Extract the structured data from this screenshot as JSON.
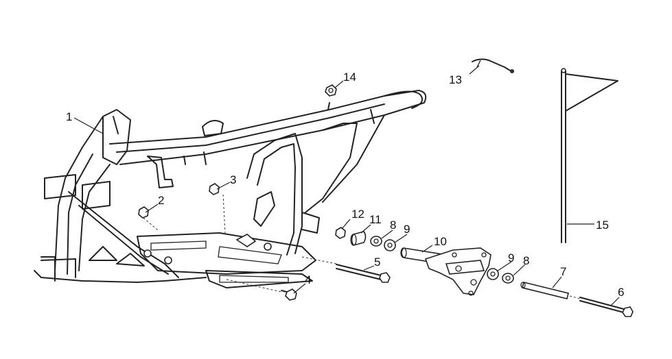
{
  "callouts": [
    {
      "id": "1",
      "label": "1"
    },
    {
      "id": "2",
      "label": "2"
    },
    {
      "id": "3",
      "label": "3"
    },
    {
      "id": "4",
      "label": "4"
    },
    {
      "id": "5",
      "label": "5"
    },
    {
      "id": "6",
      "label": "6"
    },
    {
      "id": "7",
      "label": "7"
    },
    {
      "id": "8a",
      "label": "8"
    },
    {
      "id": "8b",
      "label": "8"
    },
    {
      "id": "9a",
      "label": "9"
    },
    {
      "id": "9b",
      "label": "9"
    },
    {
      "id": "10",
      "label": "10"
    },
    {
      "id": "11",
      "label": "11"
    },
    {
      "id": "12",
      "label": "12"
    },
    {
      "id": "13",
      "label": "13"
    },
    {
      "id": "14",
      "label": "14"
    },
    {
      "id": "15",
      "label": "15"
    }
  ],
  "colors": {
    "line": "#222222",
    "background": "#ffffff"
  }
}
